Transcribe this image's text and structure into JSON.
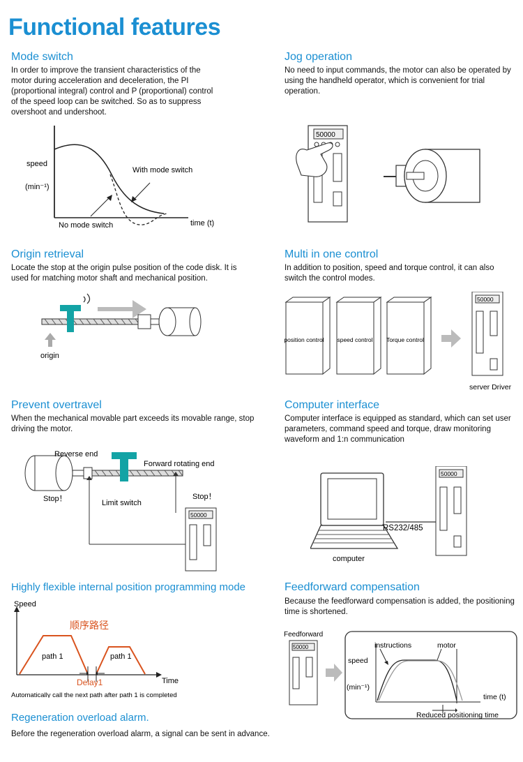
{
  "page_title": "Functional features",
  "mode_switch": {
    "heading": "Mode switch",
    "body": "In order to improve the transient characteristics of the motor during acceleration and deceleration, the PI (proportional integral) control and P (proportional) control of the speed loop can be switched. So as to suppress overshoot and undershoot.",
    "ylabel": "speed",
    "yunit": "(min⁻¹)",
    "with_switch": "With mode switch",
    "no_switch": "No mode switch",
    "xlabel": "time (t)"
  },
  "jog": {
    "heading": "Jog operation",
    "body": "No need to input commands, the motor can also be operated by using the handheld operator, which is convenient for trial operation.",
    "display": "50000"
  },
  "origin": {
    "heading": "Origin retrieval",
    "body": "Locate the stop at the origin pulse position of the code disk. It is used for matching motor shaft and mechanical position.",
    "origin_label": "origin"
  },
  "multi": {
    "heading": "Multi in one control",
    "body": "In addition to position, speed and torque control, it can also switch the control modes.",
    "box1": "position control",
    "box2": "speed control",
    "box3": "Torque control",
    "driver_label": "server Driver",
    "display": "50000"
  },
  "overtravel": {
    "heading": "Prevent overtravel",
    "body": "When the mechanical movable part exceeds its movable range, stop driving the motor.",
    "reverse_end": "Reverse end",
    "forward_end": "Forward rotating end",
    "stop1": "Stop！",
    "stop2": "Stop！",
    "limit_switch": "Limit switch",
    "display": "50000"
  },
  "computer": {
    "heading": "Computer interface",
    "body": "Computer interface is equipped as standard, which can set user parameters, command speed and torque, draw monitoring waveform and 1:n communication",
    "rs_label": "RS232/485",
    "computer_label": "computer",
    "display": "50000"
  },
  "programming": {
    "heading": "Highly flexible internal position programming mode",
    "ylabel": "Speed",
    "cn_label": "顺序路径",
    "path1a": "path 1",
    "path1b": "path 1",
    "delay": "Delay1",
    "xlabel": "Time",
    "caption": "Automatically call the next path after path 1 is completed"
  },
  "feedforward": {
    "heading": "Feedforward compensation",
    "body": "Because the feedforward compensation is added, the positioning time is shortened.",
    "ff_label": "Feedforward",
    "instructions": "instructions",
    "motor": "motor",
    "ylabel": "speed",
    "yunit": "(min⁻¹)",
    "xlabel": "time (t)",
    "caption": "Reduced positioning time",
    "display": "50000"
  },
  "regen": {
    "heading": "Regeneration overload alarm.",
    "body": "Before the regeneration overload alarm, a signal can be sent in advance."
  },
  "colors": {
    "heading_blue": "#1b8fd2",
    "teal": "#13a3a5",
    "orange": "#d9531e"
  }
}
